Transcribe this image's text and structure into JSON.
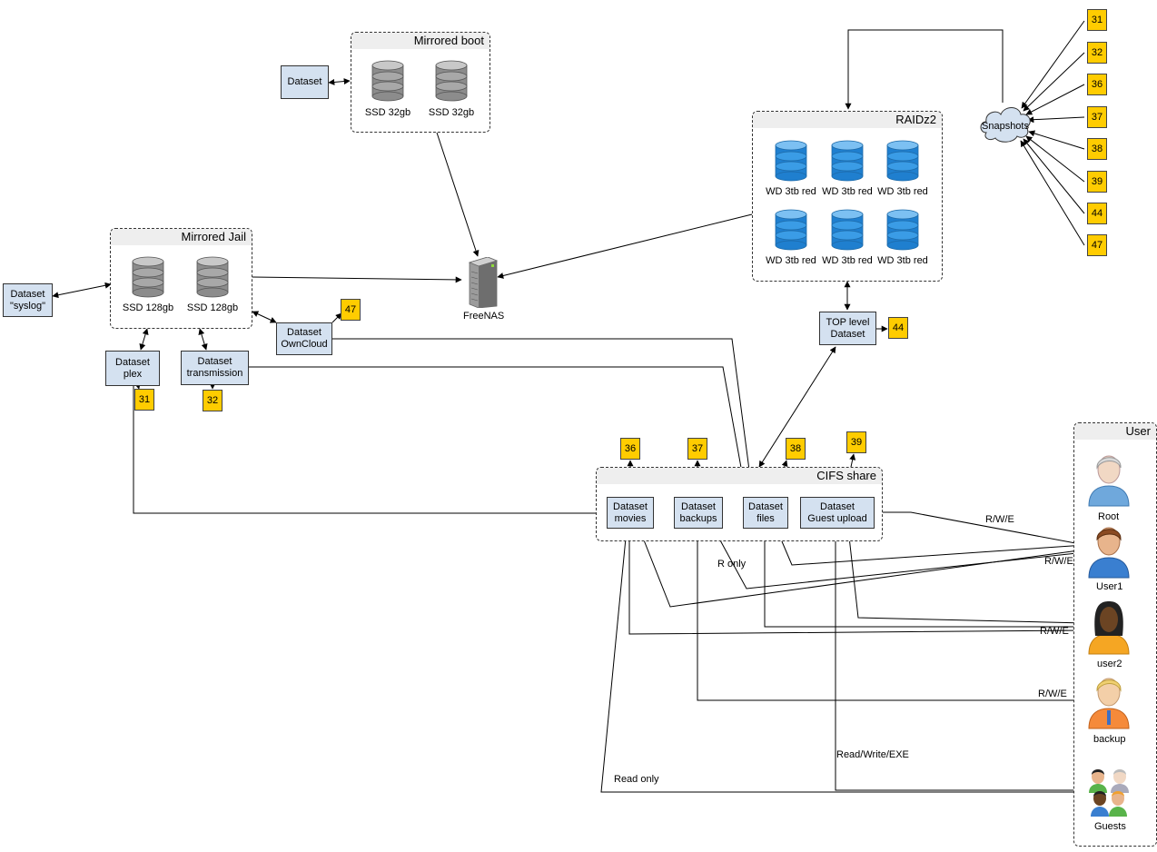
{
  "groups": {
    "mirrored_boot": "Mirrored boot",
    "mirrored_jail": "Mirrored Jail",
    "raidz2": "RAIDz2",
    "cifs_share": "CIFS share",
    "user": "User"
  },
  "disks": {
    "boot": [
      "SSD 32gb",
      "SSD 32gb"
    ],
    "jail": [
      "SSD 128gb",
      "SSD 128gb"
    ],
    "raid": [
      "WD 3tb red",
      "WD 3tb red",
      "WD 3tb red",
      "WD 3tb red",
      "WD 3tb red",
      "WD 3tb red"
    ]
  },
  "datasets": {
    "boot_dataset": "Dataset",
    "syslog_line1": "Dataset",
    "syslog_line2": "\"syslog\"",
    "plex_line1": "Dataset",
    "plex_line2": "plex",
    "transmission_line1": "Dataset",
    "transmission_line2": "transmission",
    "owncloud_line1": "Dataset",
    "owncloud_line2": "OwnCloud",
    "top_line1": "TOP level",
    "top_line2": "Dataset",
    "movies_line1": "Dataset",
    "movies_line2": "movies",
    "backups_line1": "Dataset",
    "backups_line2": "backups",
    "files_line1": "Dataset",
    "files_line2": "files",
    "guest_line1": "Dataset",
    "guest_line2": "Guest upload"
  },
  "server": "FreeNAS",
  "snapshots_label": "Snapshots",
  "snapshot_tags": {
    "right_column": [
      "31",
      "32",
      "36",
      "37",
      "38",
      "39",
      "44",
      "47"
    ],
    "plex": "31",
    "transmission": "32",
    "owncloud": "47",
    "top": "44",
    "movies": "36",
    "backups": "37",
    "files": "38",
    "guest": "39"
  },
  "users": [
    "Root",
    "User1",
    "user2",
    "backup",
    "Guests"
  ],
  "edge_labels": {
    "root_rwe": "R/W/E",
    "user1_rwe": "R/W/E",
    "user1_ronly": "R only",
    "user2_rwe": "R/W/E",
    "backup_rwe": "R/W/E",
    "guests_readonly": "Read only",
    "guests_rwexe": "Read/Write/EXE"
  },
  "colors": {
    "dataset_fill": "#d4e1f0",
    "snapshot_fill": "#ffcc00",
    "ssd_gray": "#9a9a9a",
    "wd_blue": "#2f8fd6"
  }
}
